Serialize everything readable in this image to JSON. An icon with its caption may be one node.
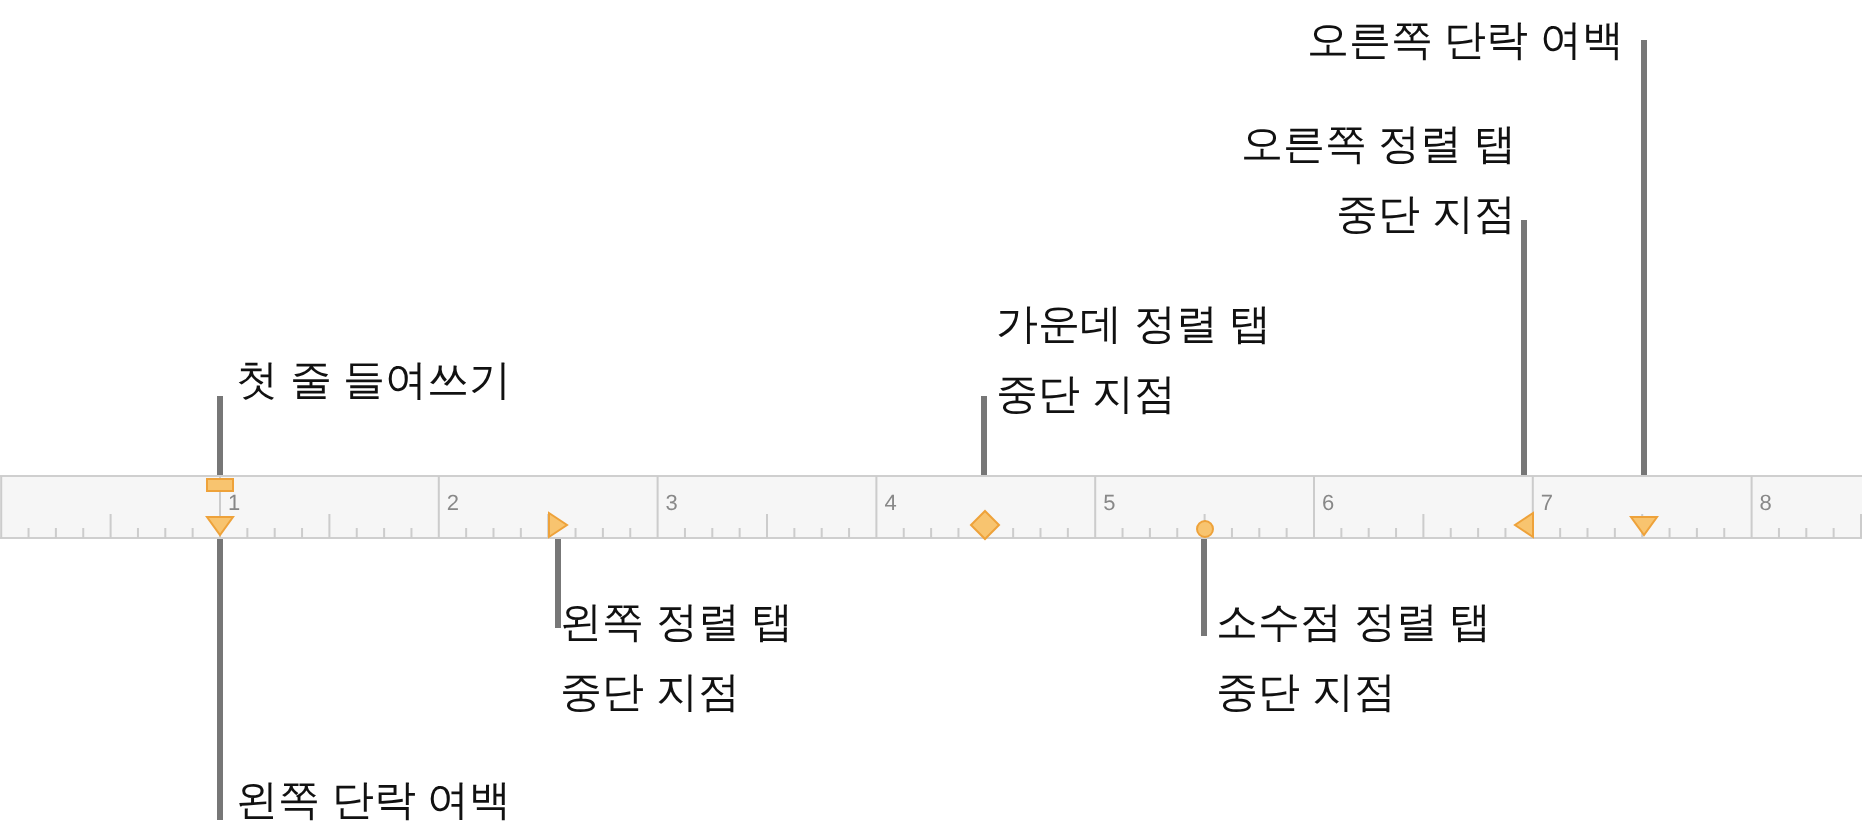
{
  "diagram": {
    "nodes": [
      {
        "text": [
          "오른쪽 단락 여백"
        ]
      },
      {
        "text": [
          "오른쪽 정렬 탭 중단 지점"
        ]
      },
      {
        "text": [
          "가운데 정렬 탭 중단 지점"
        ]
      },
      {
        "text": [
          "첫 줄 들여쓰기"
        ]
      },
      {
        "text": [
          "왼쪽 정렬 탭 중단 지점"
        ]
      },
      {
        "text": [
          "소수점 정렬 탭 중단 지점"
        ]
      },
      {
        "text": [
          "왼쪽 단락 여백"
        ]
      },
      {
        "text": [],
        "shape": "box"
      },
      {
        "text": [],
        "shape": "triangle"
      },
      {
        "text": [],
        "shape": "triangle"
      },
      {
        "text": [],
        "shape": "diamond"
      },
      {
        "text": [],
        "shape": "circle"
      },
      {
        "text": [],
        "shape": "triangle"
      },
      {
        "text": [],
        "shape": "triangle"
      }
    ],
    "edges": [
      {
        "from": 0,
        "to": 13,
        "arrow": "none"
      },
      {
        "from": 1,
        "to": 12,
        "arrow": "none"
      },
      {
        "from": 2,
        "to": 10,
        "arrow": "none"
      },
      {
        "from": 3,
        "to": 7,
        "arrow": "none"
      },
      {
        "from": 4,
        "to": 9,
        "arrow": "none"
      },
      {
        "from": 5,
        "to": 11,
        "arrow": "none"
      },
      {
        "from": 6,
        "to": 8,
        "arrow": "none"
      }
    ],
    "labels": [
      "1",
      "2",
      "3",
      "4",
      "5",
      "6",
      "7",
      "8"
    ]
  }
}
